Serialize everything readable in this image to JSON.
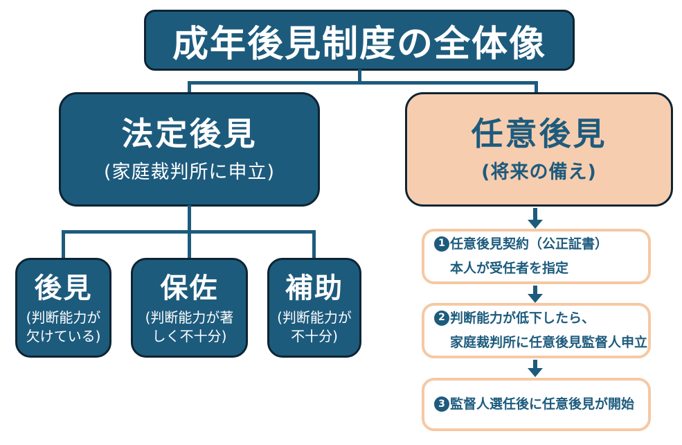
{
  "title": {
    "text": "成年後見制度の全体像"
  },
  "colors": {
    "teal": "#1d5b7d",
    "dark_border": "#0d2433",
    "peach": "#f7cdaf",
    "peach_border": "#f5c9a4",
    "text_on_teal": "#ffffff",
    "text_teal": "#1d5b7d"
  },
  "legal": {
    "heading": "法定後見",
    "subheading": "(家庭裁判所に申立)",
    "types": [
      {
        "name": "後見",
        "desc_line1": "(判断能力が",
        "desc_line2": "欠けている)"
      },
      {
        "name": "保佐",
        "desc_line1": "(判断能力が著",
        "desc_line2": "しく不十分)"
      },
      {
        "name": "補助",
        "desc_line1": "(判断能力が",
        "desc_line2": "不十分)"
      }
    ]
  },
  "voluntary": {
    "heading": "任意後見",
    "subheading": "(将来の備え)",
    "steps": [
      {
        "num": "1",
        "line1": "任意後見契約（公正証書）",
        "line2": "本人が受任者を指定"
      },
      {
        "num": "2",
        "line1": "判断能力が低下したら、",
        "line2": "家庭裁判所に任意後見監督人申立"
      },
      {
        "num": "3",
        "line1": "監督人選任後に任意後見が開始",
        "line2": ""
      }
    ]
  }
}
